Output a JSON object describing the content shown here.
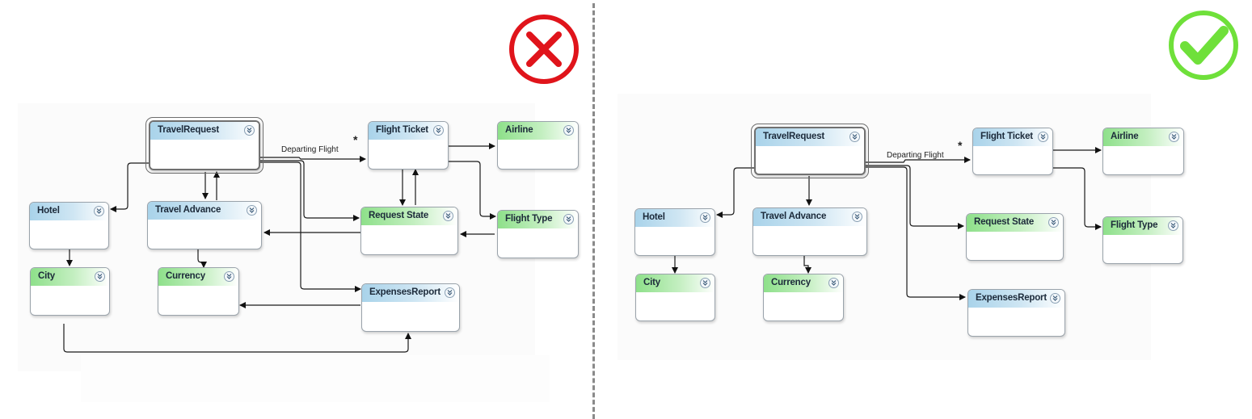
{
  "diagrams": {
    "left": {
      "entities": {
        "travel_request": "TravelRequest",
        "flight_ticket": "Flight Ticket",
        "airline": "Airline",
        "hotel": "Hotel",
        "travel_advance": "Travel Advance",
        "request_state": "Request State",
        "flight_type": "Flight Type",
        "city": "City",
        "currency": "Currency",
        "expenses_report": "ExpensesReport"
      },
      "connector_label": "Departing Flight",
      "multiplicity": "*",
      "verdict": "incorrect"
    },
    "right": {
      "entities": {
        "travel_request": "TravelRequest",
        "flight_ticket": "Flight Ticket",
        "airline": "Airline",
        "hotel": "Hotel",
        "travel_advance": "Travel Advance",
        "request_state": "Request State",
        "flight_type": "Flight Type",
        "city": "City",
        "currency": "Currency",
        "expenses_report": "ExpensesReport"
      },
      "connector_label": "Departing Flight",
      "multiplicity": "*",
      "verdict": "correct"
    }
  },
  "icons": {
    "incorrect": "red-x-circle-icon",
    "correct": "green-check-circle-icon",
    "expand": "chevron-double-down-icon"
  },
  "colors": {
    "header_blue": "#a9d3ea",
    "header_green": "#8ee08a",
    "incorrect_red": "#e0141b",
    "correct_green": "#6fe03a",
    "divider": "#8a8a8a"
  }
}
